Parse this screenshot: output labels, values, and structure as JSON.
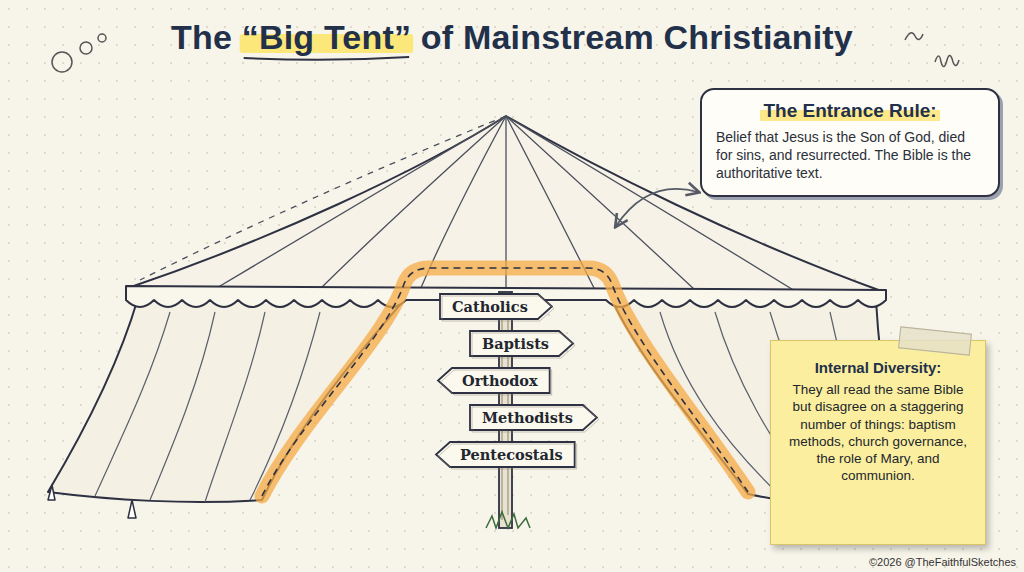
{
  "diagram": {
    "title": "The “Big Tent” of Mainstream Christianity",
    "nodes": [
      {
        "text": [
          "The Entrance Rule:",
          "Belief that Jesus is the Son of God, died for sins, and resurrected. The Bible is the authoritative text."
        ]
      },
      {
        "text": [
          "Catholics"
        ]
      },
      {
        "text": [
          "Baptists"
        ]
      },
      {
        "text": [
          "Orthodox"
        ]
      },
      {
        "text": [
          "Methodists"
        ]
      },
      {
        "text": [
          "Pentecostals"
        ]
      },
      {
        "text": [
          "Internal Diversity:",
          "They all read the same Bible but disagree on a staggering number of things: baptism methods, church governance, the role of Mary, and communion."
        ]
      }
    ],
    "labels": [
      "©2026 @TheFaithfulSketches"
    ]
  }
}
